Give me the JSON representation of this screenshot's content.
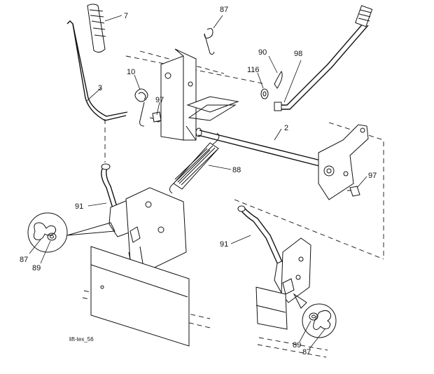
{
  "caption": "lift-tex_56",
  "labels": {
    "p7": "7",
    "p87_top": "87",
    "p90": "90",
    "p98": "98",
    "p10": "10",
    "p116": "116",
    "p3": "3",
    "p97_left": "97",
    "p2": "2",
    "p88": "88",
    "p97_right": "97",
    "p91_left": "91",
    "p87_left": "87",
    "p89_left": "89",
    "p91_right": "91",
    "p89_right": "89",
    "p87_right": "87"
  }
}
